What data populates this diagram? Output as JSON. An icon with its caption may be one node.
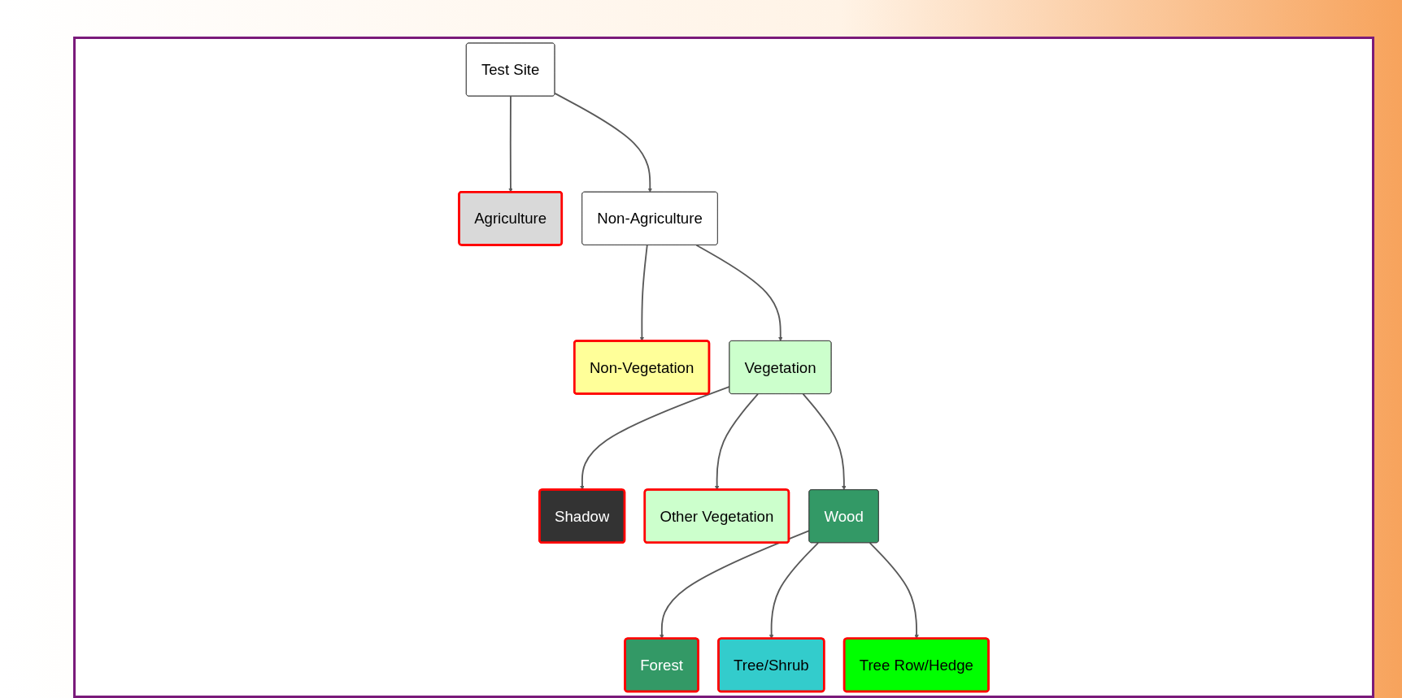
{
  "diagram": {
    "nodes": [
      {
        "text": [
          "Test Site"
        ]
      },
      {
        "text": [
          "Agriculture"
        ]
      },
      {
        "text": [
          "Non-Agriculture"
        ]
      },
      {
        "text": [
          "Non-Vegetation"
        ]
      },
      {
        "text": [
          "Vegetation"
        ]
      },
      {
        "text": [
          "Shadow"
        ]
      },
      {
        "text": [
          "Other Vegetation"
        ]
      },
      {
        "text": [
          "Wood"
        ]
      },
      {
        "text": [
          "Forest"
        ]
      },
      {
        "text": [
          "Tree/Shrub"
        ]
      },
      {
        "text": [
          "Tree Row/Hedge"
        ]
      }
    ],
    "edges": [
      {
        "from": 0,
        "to": 1,
        "arrow": "to"
      },
      {
        "from": 0,
        "to": 2,
        "arrow": "to"
      },
      {
        "from": 2,
        "to": 3,
        "arrow": "to"
      },
      {
        "from": 2,
        "to": 4,
        "arrow": "to"
      },
      {
        "from": 4,
        "to": 5,
        "arrow": "to"
      },
      {
        "from": 4,
        "to": 6,
        "arrow": "to"
      },
      {
        "from": 4,
        "to": 7,
        "arrow": "to"
      },
      {
        "from": 7,
        "to": 8,
        "arrow": "to"
      },
      {
        "from": 7,
        "to": 9,
        "arrow": "to"
      },
      {
        "from": 7,
        "to": 10,
        "arrow": "to"
      }
    ]
  }
}
